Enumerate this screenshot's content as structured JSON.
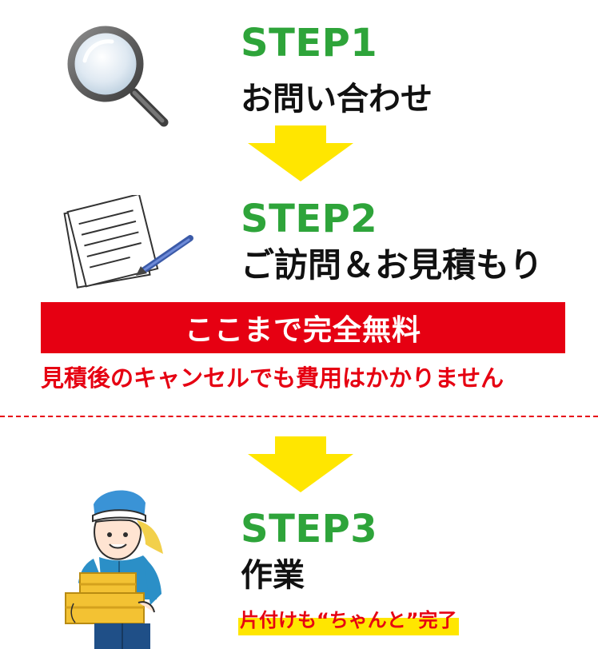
{
  "colors": {
    "green": "#2ea43a",
    "red": "#e60012",
    "yellow": "#ffe600",
    "black": "#111111"
  },
  "steps": [
    {
      "label": "STEP1",
      "title": "お問い合わせ",
      "icon": "magnifying-glass-icon"
    },
    {
      "label": "STEP2",
      "title": "ご訪問＆お見積もり",
      "icon": "document-pen-icon"
    },
    {
      "label": "STEP3",
      "title": "作業",
      "icon": "delivery-worker-icon",
      "highlight": "片付けも“ちゃんと”完了"
    }
  ],
  "banner": {
    "text": "ここまで完全無料"
  },
  "note": {
    "text": "見積後のキャンセルでも費用はかかりません"
  }
}
